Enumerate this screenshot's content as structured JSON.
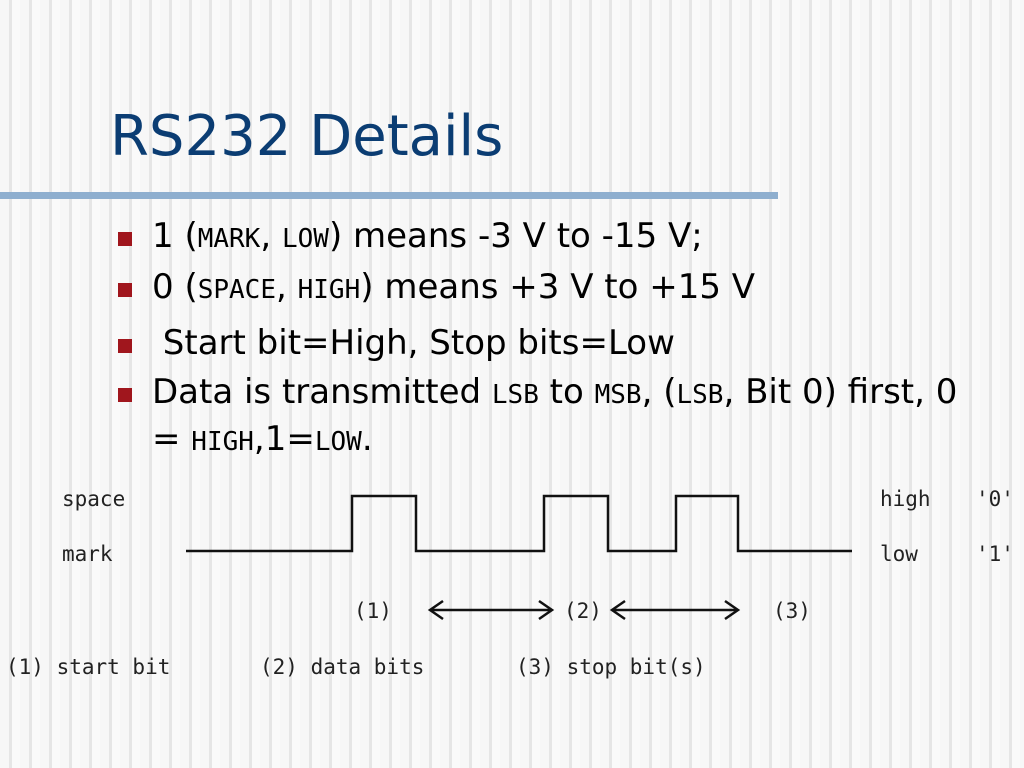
{
  "title": "RS232 Details",
  "bullets": [
    {
      "a": "1 (",
      "mono1": "MARK",
      "b": ", ",
      "mono2": "LOW",
      "c": ") means -3 V to -15 V;"
    },
    {
      "a": "0 (",
      "mono1": "SPACE",
      "b": ", ",
      "mono2": "HIGH",
      "c": ") means +3 V to +15 V"
    },
    {
      "text": " Start bit=High, Stop bits=Low"
    },
    {
      "a": "Data is transmitted ",
      "mono1": "LSB",
      "b": " to ",
      "mono2": "MSB",
      "c": ", (",
      "mono3": "LSB",
      "d": ", Bit 0) first, 0 = ",
      "mono4": "HIGH",
      "e": ",1=",
      "mono5": "LOW",
      "f": "."
    }
  ],
  "diagram": {
    "left_labels": [
      "space",
      "mark"
    ],
    "right_labels": [
      "high",
      "low"
    ],
    "bit_values": [
      "'0'",
      "'1'"
    ],
    "markers": [
      "(1)",
      "(2)",
      "(3)"
    ],
    "legend": [
      "(1) start bit",
      "(2) data bits",
      "(3) stop bit(s)"
    ]
  },
  "colors": {
    "title": "#0b3d73",
    "bullet": "#a0161d",
    "rule": "#8fafcf"
  }
}
